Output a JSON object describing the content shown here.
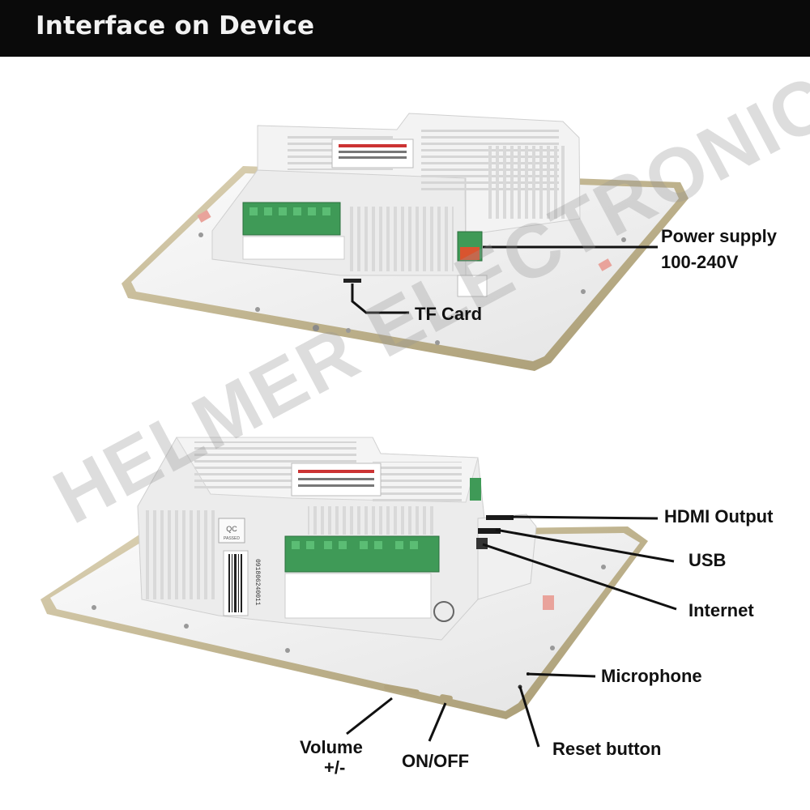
{
  "header": {
    "title": "Interface on Device"
  },
  "watermark": "HELMER ELECTRONICS",
  "labels": {
    "power_supply": "Power supply",
    "power_voltage": "100-240V",
    "tf_card": "TF Card",
    "hdmi_output": "HDMI Output",
    "usb": "USB",
    "internet": "Internet",
    "microphone": "Microphone",
    "volume": "Volume",
    "volume_sign": "+/-",
    "on_off": "ON/OFF",
    "reset_button": "Reset button"
  },
  "device_printed": {
    "qc": "QC",
    "qc_sub": "PASSED",
    "serial": "091806240011"
  },
  "colors": {
    "header_bg": "#0a0a0a",
    "header_text": "#f2f2f2",
    "panel_back": "#f0f0f0",
    "frame_gold": "#c8bd9c",
    "housing": "#ececec",
    "terminal_green": "#3f9a57",
    "terminal_red": "#d9542f"
  }
}
